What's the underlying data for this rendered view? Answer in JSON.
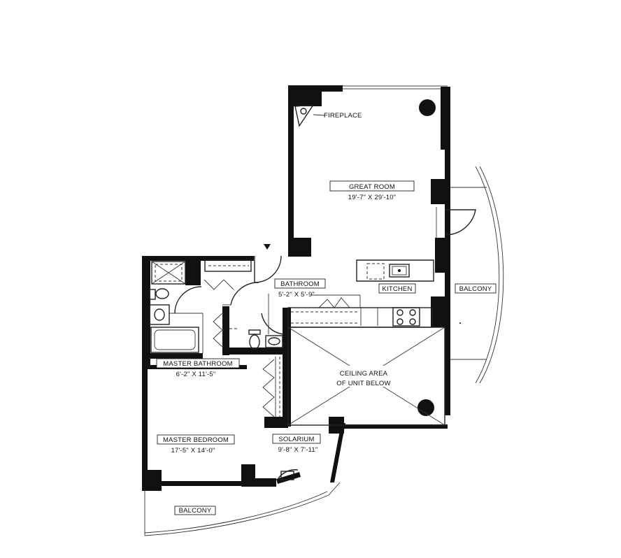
{
  "rooms": {
    "fireplace": "FIREPLACE",
    "great_room": {
      "name": "GREAT ROOM",
      "size": "19'-7\" X 29'-10\""
    },
    "kitchen": "KITCHEN",
    "balcony_east": "BALCONY",
    "bathroom": {
      "name": "BATHROOM",
      "size": "5'-2\" X 5'-9\""
    },
    "master_bathroom": {
      "name": "MASTER BATHROOM",
      "size": "6'-2\" X 11'-5\""
    },
    "ceiling_area": {
      "line1": "CEILING AREA",
      "line2": "OF UNIT BELOW"
    },
    "master_bedroom": {
      "name": "MASTER BEDROOM",
      "size": "17'-5\" X 14'-0\""
    },
    "solarium": {
      "name": "SOLARIUM",
      "size": "9'-8\" X 7'-11\""
    },
    "balcony_south": "BALCONY"
  }
}
